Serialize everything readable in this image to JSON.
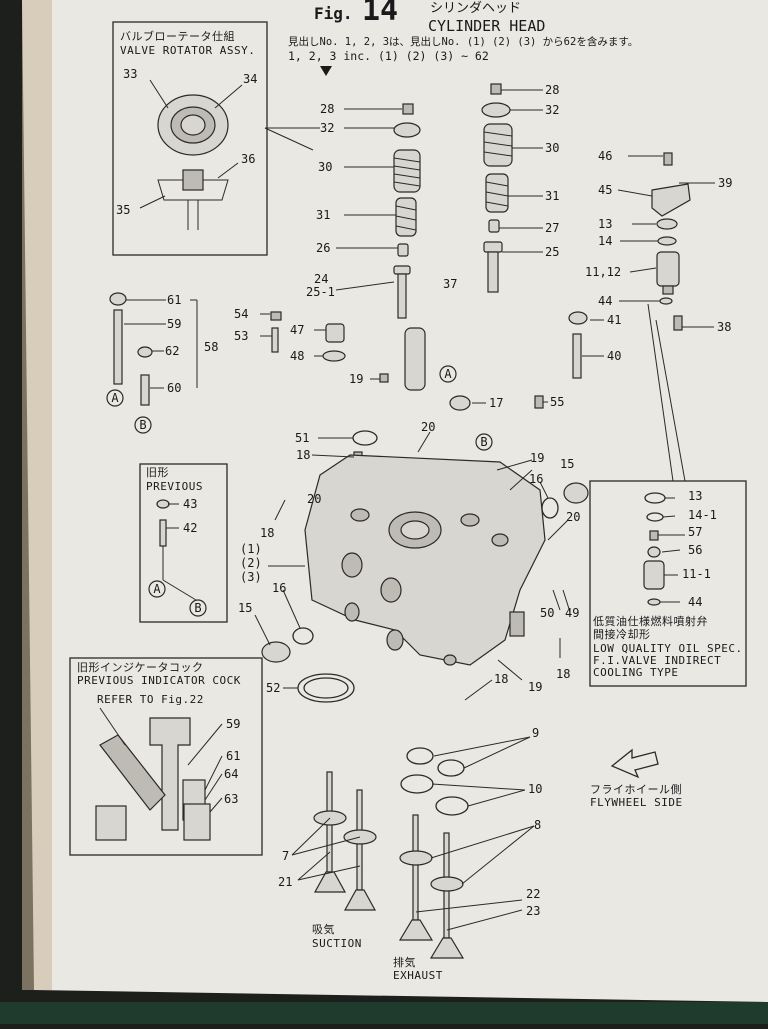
{
  "figure": {
    "fig_prefix": "Fig.",
    "fig_number": "14",
    "title_jp": "シリンダヘッド",
    "title_en": "CYLINDER HEAD"
  },
  "note": {
    "line1": "見出しNo. 1, 2, 3は、見出しNo. (1) (2) (3) から62を含みます。",
    "line2": "1, 2, 3 inc. (1) (2) (3) ~ 62"
  },
  "insets": {
    "valve_rotator": {
      "jp": "バルブローテータ仕組",
      "en": "VALVE ROTATOR ASSY."
    },
    "previous": {
      "jp": "旧形",
      "en": "PREVIOUS"
    },
    "indicator_cock": {
      "jp": "旧形インジケータコック",
      "en": "PREVIOUS INDICATOR COCK",
      "refer": "REFER TO Fig.22"
    },
    "low_quality": {
      "jp1": "低質油仕様燃料噴射弁",
      "jp2": "間接冷却形",
      "en1": "LOW QUALITY OIL SPEC.",
      "en2": "F.I.VALVE INDIRECT",
      "en3": "COOLING TYPE"
    }
  },
  "captions": {
    "flywheel_jp": "フライホイール側",
    "flywheel_en": "FLYWHEEL SIDE",
    "suction_jp": "吸気",
    "suction_en": "SUCTION",
    "exhaust_jp": "排気",
    "exhaust_en": "EXHAUST"
  },
  "callouts": [
    {
      "text": "33"
    },
    {
      "text": "34"
    },
    {
      "text": "36"
    },
    {
      "text": "35"
    },
    {
      "text": "28"
    },
    {
      "text": "32"
    },
    {
      "text": "30"
    },
    {
      "text": "31"
    },
    {
      "text": "26"
    },
    {
      "text": "24"
    },
    {
      "text": "25-1"
    },
    {
      "text": "28"
    },
    {
      "text": "32"
    },
    {
      "text": "30"
    },
    {
      "text": "31"
    },
    {
      "text": "27"
    },
    {
      "text": "25"
    },
    {
      "text": "46"
    },
    {
      "text": "45"
    },
    {
      "text": "39"
    },
    {
      "text": "13"
    },
    {
      "text": "14"
    },
    {
      "text": "11,12"
    },
    {
      "text": "44"
    },
    {
      "text": "41"
    },
    {
      "text": "38"
    },
    {
      "text": "40"
    },
    {
      "text": "37"
    },
    {
      "text": "61"
    },
    {
      "text": "59"
    },
    {
      "text": "62"
    },
    {
      "text": "58"
    },
    {
      "text": "60"
    },
    {
      "text": "54"
    },
    {
      "text": "53"
    },
    {
      "text": "47"
    },
    {
      "text": "48"
    },
    {
      "text": "19"
    },
    {
      "text": "17"
    },
    {
      "text": "55"
    },
    {
      "text": "51"
    },
    {
      "text": "18"
    },
    {
      "text": "20"
    },
    {
      "text": "20"
    },
    {
      "text": "19"
    },
    {
      "text": "16"
    },
    {
      "text": "15"
    },
    {
      "text": "20"
    },
    {
      "text": "18"
    },
    {
      "text": "(1)"
    },
    {
      "text": "(2)"
    },
    {
      "text": "(3)"
    },
    {
      "text": "16"
    },
    {
      "text": "15"
    },
    {
      "text": "52"
    },
    {
      "text": "50"
    },
    {
      "text": "49"
    },
    {
      "text": "18"
    },
    {
      "text": "18"
    },
    {
      "text": "19"
    },
    {
      "text": "43"
    },
    {
      "text": "42"
    },
    {
      "text": "13"
    },
    {
      "text": "14-1"
    },
    {
      "text": "57"
    },
    {
      "text": "56"
    },
    {
      "text": "11-1"
    },
    {
      "text": "44"
    },
    {
      "text": "59"
    },
    {
      "text": "61"
    },
    {
      "text": "64"
    },
    {
      "text": "63"
    },
    {
      "text": "9"
    },
    {
      "text": "10"
    },
    {
      "text": "8"
    },
    {
      "text": "7"
    },
    {
      "text": "21"
    },
    {
      "text": "22"
    },
    {
      "text": "23"
    }
  ],
  "markers": [
    {
      "text": "A"
    },
    {
      "text": "B"
    },
    {
      "text": "A"
    },
    {
      "text": "B"
    },
    {
      "text": "A"
    },
    {
      "text": "B"
    }
  ]
}
